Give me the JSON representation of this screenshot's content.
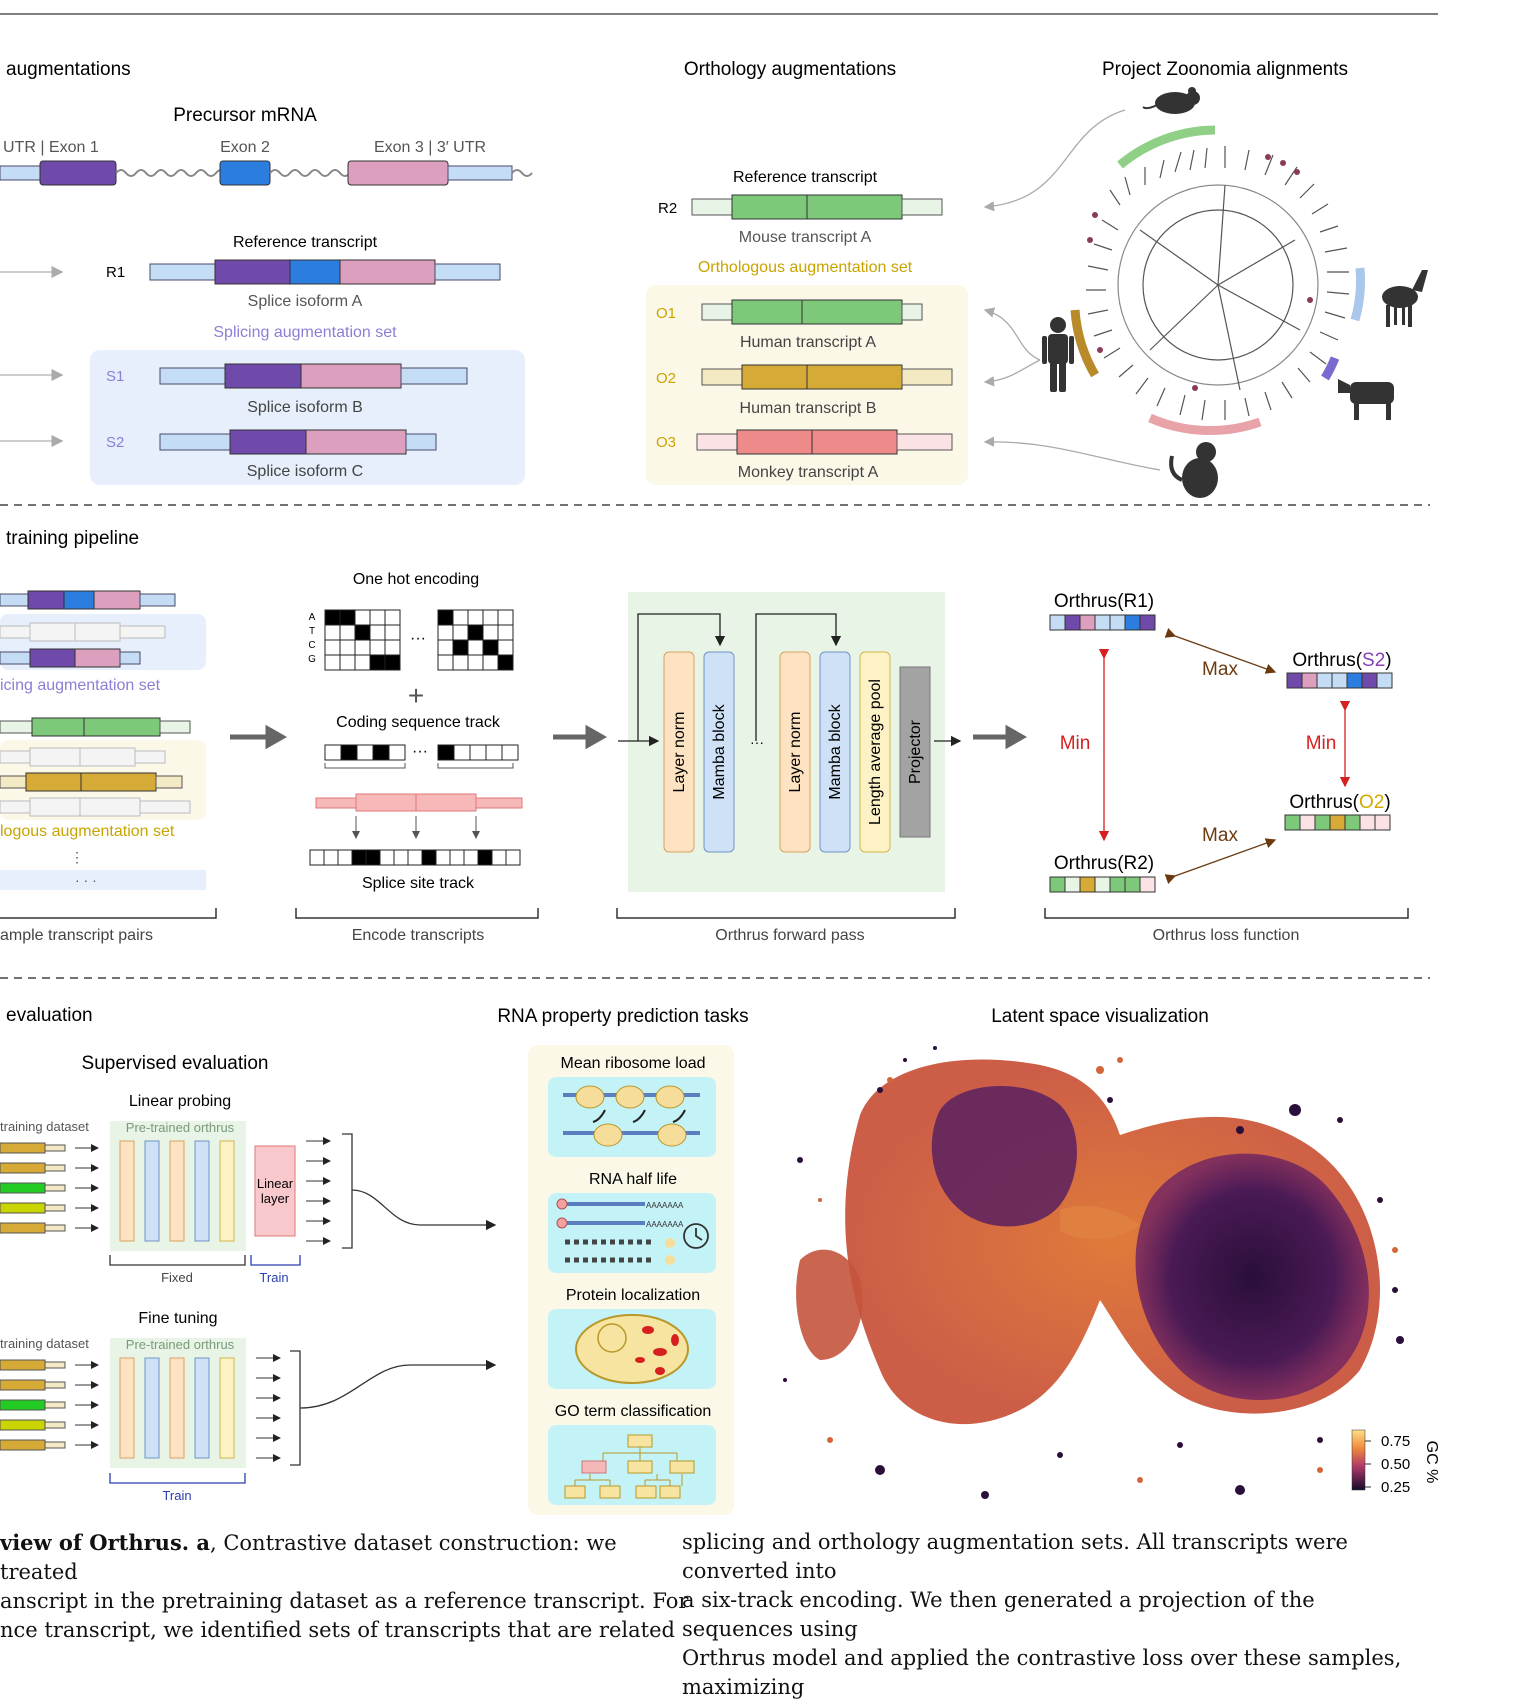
{
  "section_a": {
    "title": "augmentations",
    "precursor_title": "Precursor mRNA",
    "exon_labels": [
      "UTR | Exon 1",
      "Exon 2",
      "Exon 3 | 3′ UTR"
    ],
    "reference_title": "Reference transcript",
    "r1_label": "R1",
    "splice_a": "Splice isoform A",
    "splicing_set": "Splicing augmentation set",
    "s1_label": "S1",
    "splice_b": "Splice isoform B",
    "s2_label": "S2",
    "splice_c": "Splice isoform C",
    "orthology_title": "Orthology augmentations",
    "ortho_reference_title": "Reference transcript",
    "r2_label": "R2",
    "mouse_a": "Mouse transcript A",
    "ortholog_set": "Orthologous augmentation set",
    "o1_label": "O1",
    "human_a": "Human transcript A",
    "o2_label": "O2",
    "human_b": "Human transcript B",
    "o3_label": "O3",
    "monkey_a": "Monkey transcript A",
    "zoonomia_title": "Project Zoonomia alignments"
  },
  "section_b": {
    "title": "training pipeline",
    "splicing_set": "icing augmentation set",
    "ortholog_set": "logous augmentation set",
    "sample_pairs": "ample transcript pairs",
    "onehot_title": "One hot encoding",
    "nucleotides": [
      "A",
      "T",
      "C",
      "G"
    ],
    "coding_track": "Coding sequence track",
    "splice_track": "Splice site track",
    "encode_label": "Encode transcripts",
    "layer_norm": "Layer norm",
    "mamba_block": "Mamba block",
    "length_pool": "Length average pool",
    "projector": "Projector",
    "forward_label": "Orthrus forward pass",
    "orthrus_r1": "Orthrus(R1)",
    "orthrus_s2_prefix": "Orthrus(",
    "orthrus_s2_key": "S2",
    "orthrus_o2_prefix": "Orthrus(",
    "orthrus_o2_key": "O2",
    "paren_close": ")",
    "orthrus_r2": "Orthrus(R2)",
    "max_label": "Max",
    "min_label": "Min",
    "loss_label": "Orthrus loss function"
  },
  "section_c": {
    "title": "evaluation",
    "supervised_title": "Supervised evaluation",
    "linear_probing": "Linear probing",
    "training_dataset": "training dataset",
    "pretrained": "Pre-trained orthrus",
    "linear_layer_1": "Linear",
    "linear_layer_2": "layer",
    "fixed": "Fixed",
    "train": "Train",
    "fine_tuning": "Fine tuning",
    "rna_tasks_title": "RNA property prediction tasks",
    "tasks": [
      "Mean ribosome load",
      "RNA half life",
      "Protein localization",
      "GO term classification"
    ],
    "poly_a": "AAAAAAA",
    "latent_title": "Latent space visualization",
    "colorbar_ticks": [
      "0.75",
      "0.50",
      "0.25"
    ],
    "colorbar_label": "GC %"
  },
  "caption": {
    "left_bold": "view of Orthrus. a",
    "left_1": ", Contrastive dataset construction: we treated",
    "left_2": "anscript in the pretraining dataset as a reference transcript. For",
    "left_3": "nce transcript, we identified sets of transcripts that are related",
    "right_1": "splicing and orthology augmentation sets. All transcripts were converted into",
    "right_2": "a six-track encoding. We then generated a projection of the sequences using",
    "right_3": "Orthrus model and applied the contrastive loss over these samples, maximizing"
  },
  "colors": {
    "exon_purple": "#6f4aab",
    "exon_blue": "#2b7de0",
    "exon_pink": "#dc9fbd",
    "utr_blue": "#c5dcf5",
    "green": "#7ec87a",
    "gold": "#d6aa36",
    "salmon": "#ee8a8a",
    "splice_label": "#8b7fd6",
    "ortho_label": "#c9a400",
    "loss_red": "#d61f1f",
    "loss_arrow": "#6b3a10",
    "s2_purple": "#8a3fb8",
    "o2_gold": "#d4a900"
  }
}
